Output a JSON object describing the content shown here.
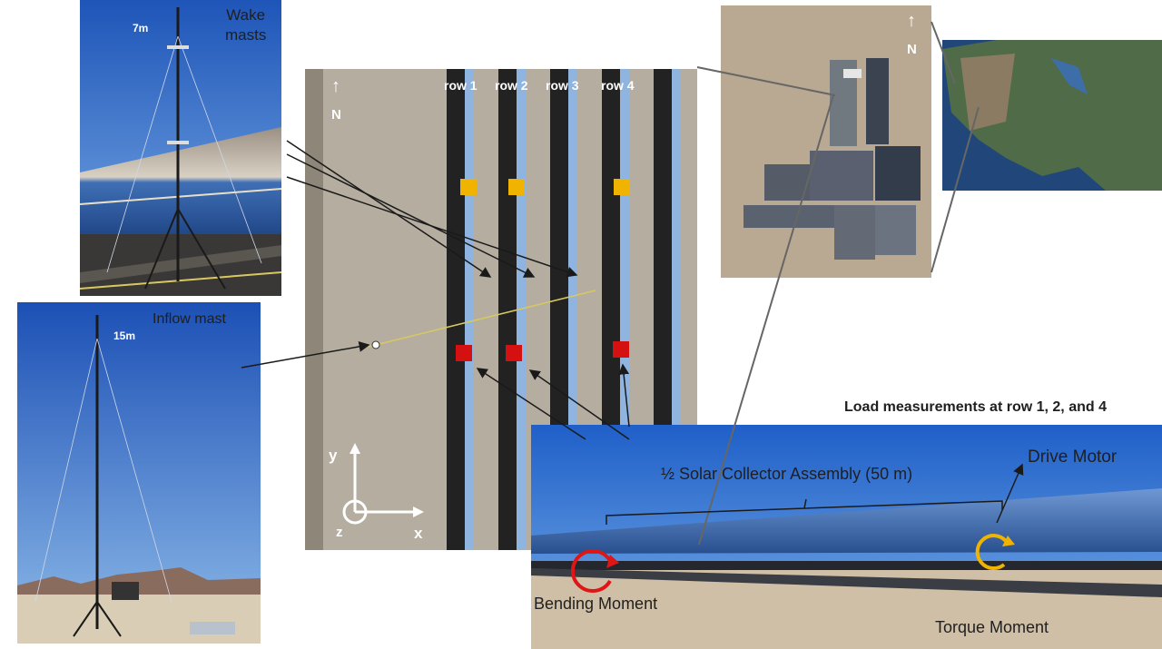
{
  "wake_photo": {
    "title": "Wake\nmasts",
    "height_label": "7m"
  },
  "inflow_photo": {
    "title": "Inflow mast",
    "height_label": "15m"
  },
  "aerial": {
    "north_label": "N",
    "rows": [
      "row 1",
      "row 2",
      "row 3",
      "row 4"
    ],
    "axis_y": "y",
    "axis_x": "x",
    "axis_z": "z"
  },
  "site_map": {
    "north_label": "N"
  },
  "collector_photo": {
    "caption": "Load measurements at row 1, 2, and 4",
    "assembly_label": "½ Solar Collector Assembly (50 m)",
    "drive_label": "Drive Motor",
    "bending_label": "Bending Moment",
    "torque_label": "Torque Moment"
  },
  "colors": {
    "sky": "#2f6fd0",
    "ground": "#c9b9a0",
    "mirror": "#4c78b8",
    "wake_marker": "#f0b400",
    "load_marker": "#d41010",
    "torque_arrow": "#f0b400",
    "bending_arrow": "#e01515"
  }
}
